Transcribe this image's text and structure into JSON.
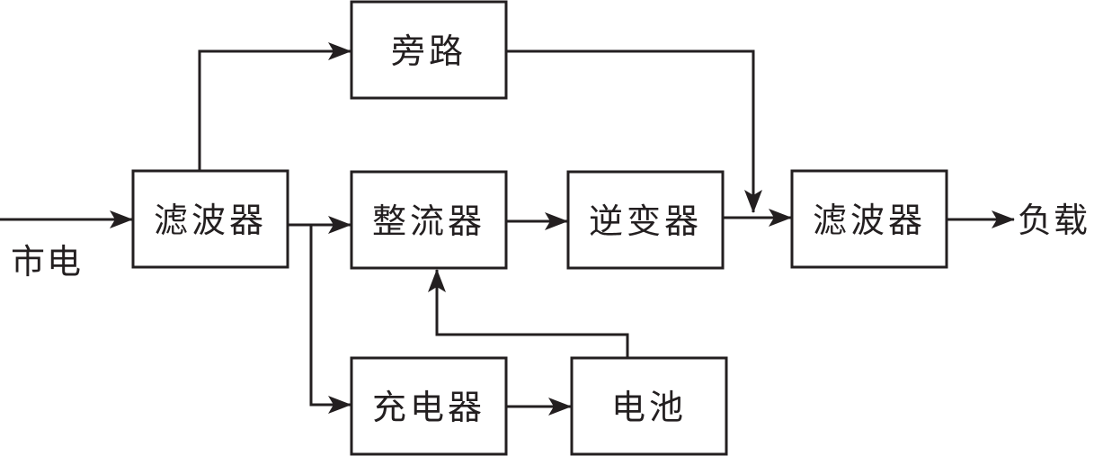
{
  "diagram": {
    "input_label": "市电",
    "output_label": "负载",
    "blocks": {
      "filter_in": "滤波器",
      "bypass": "旁路",
      "rectifier": "整流器",
      "inverter": "逆变器",
      "filter_out": "滤波器",
      "charger": "充电器",
      "battery": "电池"
    },
    "colors": {
      "line": "#231f20",
      "background": "#ffffff"
    }
  }
}
